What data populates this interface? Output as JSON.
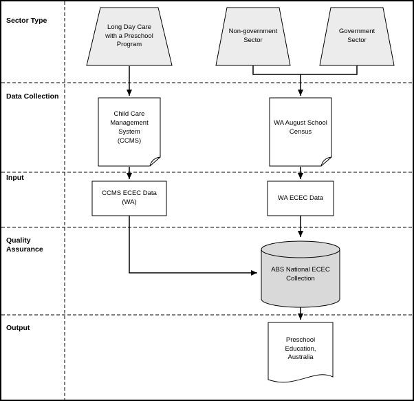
{
  "diagram": {
    "rows": [
      {
        "label": "Sector Type"
      },
      {
        "label": "Data Collection"
      },
      {
        "label": "Input"
      },
      {
        "label": "Quality\nAssurance"
      },
      {
        "label": "Output"
      }
    ],
    "nodes": {
      "sector_ldc": {
        "label": "Long Day Care\nwith a Preschool\nProgram",
        "shape": "trapezoid"
      },
      "sector_nongov": {
        "label": "Non-government\nSector",
        "shape": "trapezoid"
      },
      "sector_gov": {
        "label": "Government\nSector",
        "shape": "trapezoid"
      },
      "doc_ccms": {
        "label": "Child Care\nManagement\nSystem\n(CCMS)",
        "shape": "document"
      },
      "doc_census": {
        "label": "WA August School\nCensus",
        "shape": "document"
      },
      "input_ccms": {
        "label": "CCMS ECEC Data\n(WA)",
        "shape": "rectangle"
      },
      "input_wa": {
        "label": "WA ECEC Data",
        "shape": "rectangle"
      },
      "qa_abs": {
        "label": "ABS National ECEC\nCollection",
        "shape": "cylinder"
      },
      "output_pub": {
        "label": "Preschool\nEducation,\nAustralia",
        "shape": "document"
      }
    },
    "edges": [
      {
        "from": "sector_ldc",
        "to": "doc_ccms"
      },
      {
        "from": "sector_nongov",
        "to": "doc_census"
      },
      {
        "from": "sector_gov",
        "to": "doc_census"
      },
      {
        "from": "doc_ccms",
        "to": "input_ccms"
      },
      {
        "from": "doc_census",
        "to": "input_wa"
      },
      {
        "from": "input_ccms",
        "to": "qa_abs"
      },
      {
        "from": "input_wa",
        "to": "qa_abs"
      },
      {
        "from": "qa_abs",
        "to": "output_pub"
      }
    ],
    "colors": {
      "sector_fill": "#ececec",
      "doc_fill": "#ffffff",
      "db_fill": "#d9d9d9",
      "line": "#000000"
    }
  }
}
